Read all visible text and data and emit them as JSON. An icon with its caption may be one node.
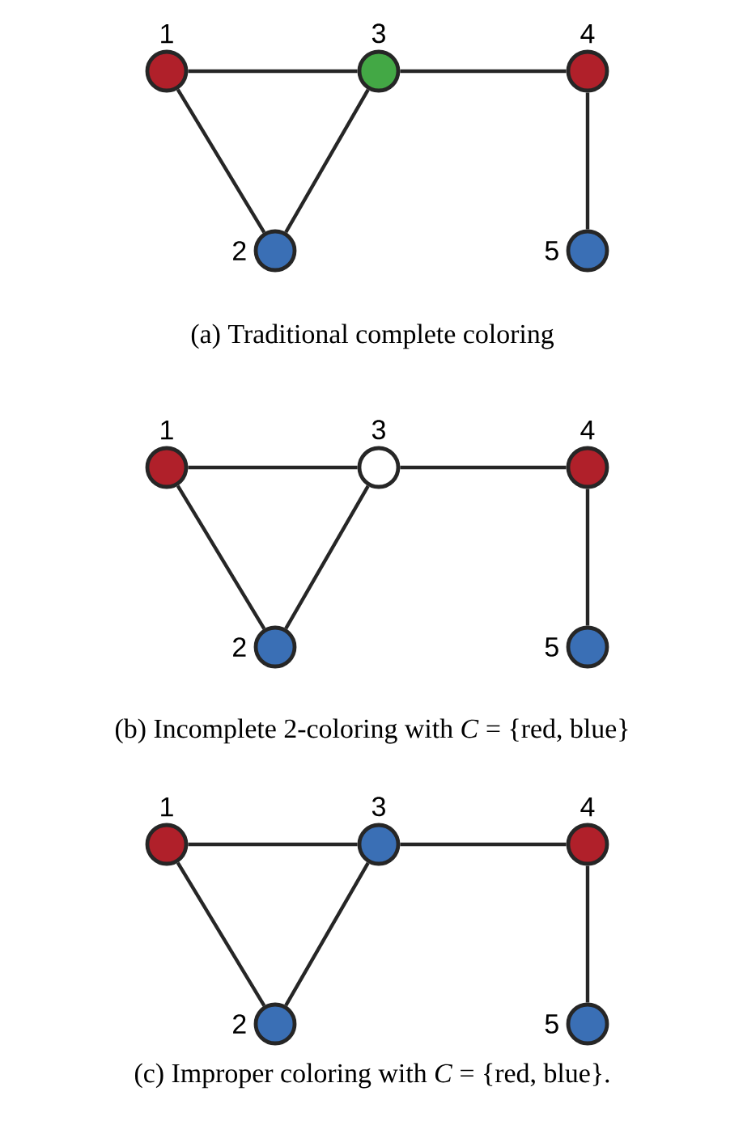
{
  "diagram": {
    "nodes": [
      {
        "text": [],
        "shape": "circle",
        "beside": [
          "1"
        ]
      },
      {
        "text": [],
        "shape": "circle",
        "beside": [
          "3"
        ]
      },
      {
        "text": [],
        "shape": "circle",
        "beside": [
          "4"
        ]
      },
      {
        "text": [],
        "shape": "circle",
        "beside": [
          "2"
        ]
      },
      {
        "text": [],
        "shape": "circle",
        "beside": [
          "5"
        ]
      },
      {
        "text": [],
        "shape": "circle",
        "beside": [
          "1"
        ]
      },
      {
        "text": [],
        "shape": "circle",
        "beside": [
          "3"
        ]
      },
      {
        "text": [],
        "shape": "circle",
        "beside": [
          "4"
        ]
      },
      {
        "text": [],
        "shape": "circle",
        "beside": [
          "2"
        ]
      },
      {
        "text": [],
        "shape": "circle",
        "beside": [
          "5"
        ]
      },
      {
        "text": [],
        "shape": "circle",
        "beside": [
          "1"
        ]
      },
      {
        "text": [],
        "shape": "circle",
        "beside": [
          "3"
        ]
      },
      {
        "text": [],
        "shape": "circle",
        "beside": [
          "4"
        ]
      },
      {
        "text": [],
        "shape": "circle",
        "beside": [
          "2"
        ]
      },
      {
        "text": [],
        "shape": "circle",
        "beside": [
          "5"
        ]
      }
    ],
    "edges": [
      {
        "from": 0,
        "to": 1,
        "arrow": "none"
      },
      {
        "from": 1,
        "to": 2,
        "arrow": "none"
      },
      {
        "from": 0,
        "to": 3,
        "arrow": "none"
      },
      {
        "from": 1,
        "to": 3,
        "arrow": "none"
      },
      {
        "from": 2,
        "to": 4,
        "arrow": "none"
      },
      {
        "from": 5,
        "to": 6,
        "arrow": "none"
      },
      {
        "from": 6,
        "to": 7,
        "arrow": "none"
      },
      {
        "from": 5,
        "to": 8,
        "arrow": "none"
      },
      {
        "from": 6,
        "to": 8,
        "arrow": "none"
      },
      {
        "from": 7,
        "to": 9,
        "arrow": "none"
      },
      {
        "from": 10,
        "to": 11,
        "arrow": "none"
      },
      {
        "from": 11,
        "to": 12,
        "arrow": "none"
      },
      {
        "from": 10,
        "to": 13,
        "arrow": "none"
      },
      {
        "from": 11,
        "to": 13,
        "arrow": "none"
      },
      {
        "from": 12,
        "to": 14,
        "arrow": "none"
      }
    ],
    "labels": [
      "(a)  Traditional complete coloring",
      "(b)  Incomplete 2-coloring with *C* = {red, blue}",
      "(c)  Improper coloring with *C* = {red, blue}."
    ]
  }
}
